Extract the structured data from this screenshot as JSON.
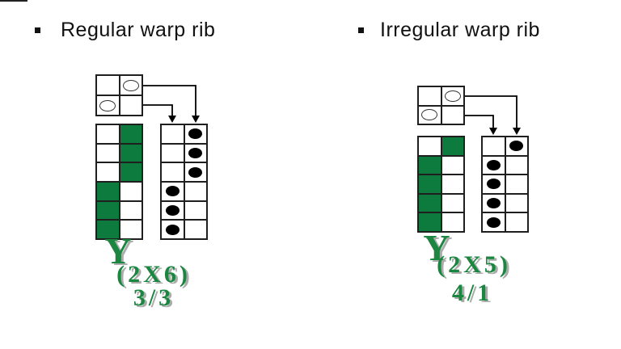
{
  "colors": {
    "cell_green": "#0D7A3E",
    "label_green": "#1B8640",
    "label_shadow": "#ABABAB",
    "grid_line": "#1F1F1F",
    "title_color": "#111111",
    "dot_black": "#000000"
  },
  "panels": [
    {
      "title": "Regular warp rib",
      "weave_unit": {
        "rows": 2,
        "cols": 2,
        "circles": [
          [
            0,
            1
          ],
          [
            1,
            0
          ]
        ]
      },
      "design_grid": {
        "rows": 6,
        "cols": 2,
        "filled": [
          [
            0,
            1
          ],
          [
            1,
            1
          ],
          [
            2,
            1
          ],
          [
            3,
            0
          ],
          [
            4,
            0
          ],
          [
            5,
            0
          ]
        ]
      },
      "lifting_grid": {
        "rows": 6,
        "cols": 2,
        "dots": [
          [
            0,
            1
          ],
          [
            1,
            1
          ],
          [
            2,
            1
          ],
          [
            3,
            0
          ],
          [
            4,
            0
          ],
          [
            5,
            0
          ]
        ]
      },
      "labels": {
        "symbol": "Y",
        "repeat": "(2X6)",
        "ratio": "3/3"
      }
    },
    {
      "title": "Irregular warp rib",
      "weave_unit": {
        "rows": 2,
        "cols": 2,
        "circles": [
          [
            0,
            1
          ],
          [
            1,
            0
          ]
        ]
      },
      "design_grid": {
        "rows": 5,
        "cols": 2,
        "filled": [
          [
            0,
            1
          ],
          [
            1,
            0
          ],
          [
            2,
            0
          ],
          [
            3,
            0
          ],
          [
            4,
            0
          ]
        ]
      },
      "lifting_grid": {
        "rows": 5,
        "cols": 2,
        "dots": [
          [
            0,
            1
          ],
          [
            1,
            0
          ],
          [
            2,
            0
          ],
          [
            3,
            0
          ],
          [
            4,
            0
          ]
        ]
      },
      "labels": {
        "symbol": "Y",
        "repeat": "(2X5)",
        "ratio": "4/1"
      }
    }
  ]
}
